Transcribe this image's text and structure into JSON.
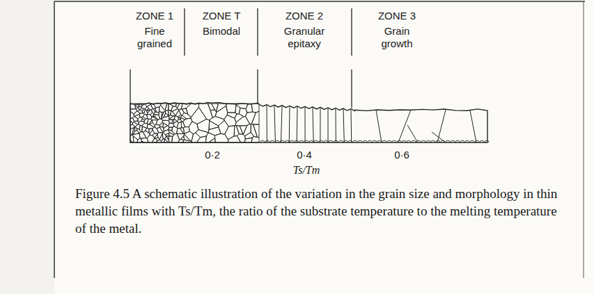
{
  "diagram": {
    "caption": "Figure 4.5 A schematic illustration of the variation in the grain size and morphology in thin metallic films with Ts/Tm, the ratio of the substrate temperature to the melting temperature of the metal.",
    "labels": [
      "ZONE 1",
      "Fine grained",
      "ZONE T",
      "Bimodal",
      "ZONE 2",
      "Granular epitaxy",
      "ZONE 3",
      "Grain growth",
      "0·2",
      "0·4",
      "0·6",
      "Ts/Tm"
    ]
  }
}
